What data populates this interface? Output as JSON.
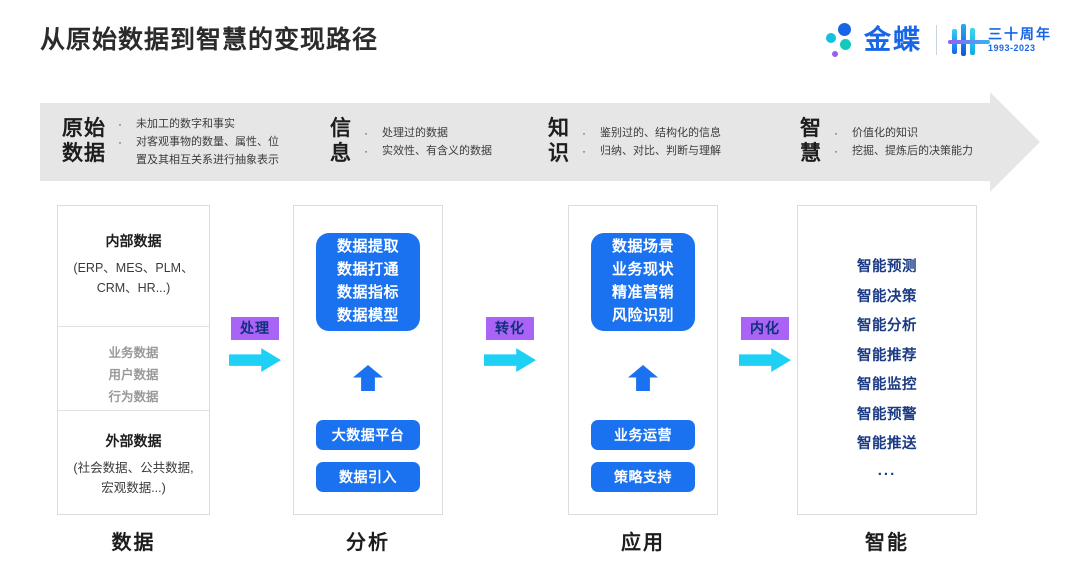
{
  "header": {
    "title": "从原始数据到智慧的变现路径",
    "brand": {
      "name": "金蝶",
      "anniversary_cn": "三十周年",
      "anniversary_years": "1993-2023"
    },
    "colors": {
      "brand_blue": "#1766e8",
      "accent_cyan": "#1fd0f5",
      "accent_purple": "#a964f5",
      "card_blue": "#1a72f0",
      "navy": "#1b3a84",
      "banner_gray": "#e6e6e6"
    }
  },
  "banner": {
    "stages": [
      {
        "name_line1": "原始",
        "name_line2": "数据",
        "bullets": [
          "未加工的数字和事实",
          "对客观事物的数量、属性、位",
          "置及其相互关系进行抽象表示"
        ]
      },
      {
        "name_line1": "信",
        "name_line2": "息",
        "bullets": [
          "处理过的数据",
          "实效性、有含义的数据"
        ]
      },
      {
        "name_line1": "知",
        "name_line2": "识",
        "bullets": [
          "鉴别过的、结构化的信息",
          "归纳、对比、判断与理解"
        ]
      },
      {
        "name_line1": "智",
        "name_line2": "慧",
        "bullets": [
          "价值化的知识",
          "挖掘、提炼后的决策能力"
        ]
      }
    ]
  },
  "columns": {
    "data": {
      "bottom_label": "数据",
      "internal_title": "内部数据",
      "internal_sub_line1": "(ERP、MES、PLM、",
      "internal_sub_line2": "CRM、HR...)",
      "middle_items": [
        "业务数据",
        "用户数据",
        "行为数据"
      ],
      "external_title": "外部数据",
      "external_sub_line1": "(社会数据、公共数据,",
      "external_sub_line2": "宏观数据...)"
    },
    "analysis": {
      "bottom_label": "分析",
      "card_items": [
        "数据提取",
        "数据打通",
        "数据指标",
        "数据模型"
      ],
      "pill_1": "大数据平台",
      "pill_2": "数据引入"
    },
    "application": {
      "bottom_label": "应用",
      "card_items": [
        "数据场景",
        "业务现状",
        "精准营销",
        "风险识别"
      ],
      "pill_1": "业务运营",
      "pill_2": "策略支持"
    },
    "intelligence": {
      "bottom_label": "智能",
      "items": [
        "智能预测",
        "智能决策",
        "智能分析",
        "智能推荐",
        "智能监控",
        "智能预警",
        "智能推送"
      ],
      "ellipsis": "..."
    }
  },
  "connectors": [
    {
      "label": "处理"
    },
    {
      "label": "转化"
    },
    {
      "label": "内化"
    }
  ]
}
